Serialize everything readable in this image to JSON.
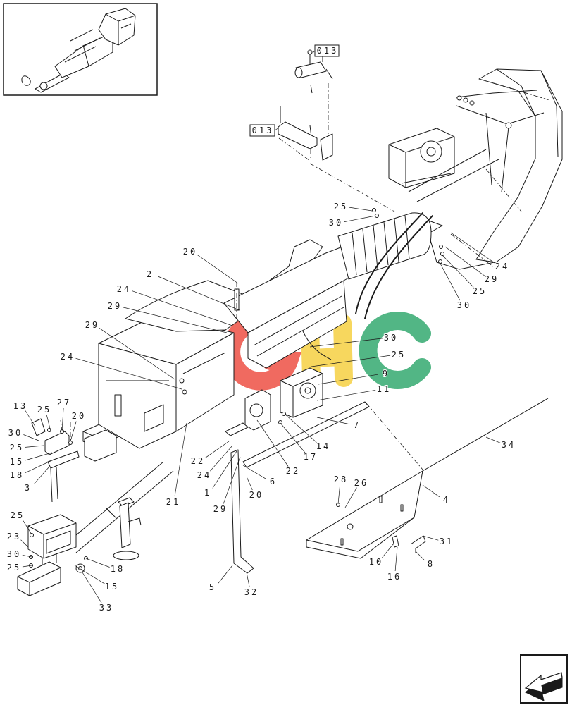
{
  "references": [
    {
      "label": "013"
    },
    {
      "label": "013"
    }
  ],
  "callouts": [
    {
      "label": "25"
    },
    {
      "label": "30"
    },
    {
      "label": "20"
    },
    {
      "label": "2"
    },
    {
      "label": "24"
    },
    {
      "label": "29"
    },
    {
      "label": "29"
    },
    {
      "label": "24"
    },
    {
      "label": "24"
    },
    {
      "label": "29"
    },
    {
      "label": "25"
    },
    {
      "label": "30"
    },
    {
      "label": "30"
    },
    {
      "label": "25"
    },
    {
      "label": "9"
    },
    {
      "label": "11"
    },
    {
      "label": "7"
    },
    {
      "label": "13"
    },
    {
      "label": "25"
    },
    {
      "label": "27"
    },
    {
      "label": "20"
    },
    {
      "label": "30"
    },
    {
      "label": "25"
    },
    {
      "label": "15"
    },
    {
      "label": "18"
    },
    {
      "label": "3"
    },
    {
      "label": "22"
    },
    {
      "label": "24"
    },
    {
      "label": "1"
    },
    {
      "label": "29"
    },
    {
      "label": "21"
    },
    {
      "label": "14"
    },
    {
      "label": "17"
    },
    {
      "label": "22"
    },
    {
      "label": "6"
    },
    {
      "label": "20"
    },
    {
      "label": "34"
    },
    {
      "label": "28"
    },
    {
      "label": "26"
    },
    {
      "label": "4"
    },
    {
      "label": "31"
    },
    {
      "label": "10"
    },
    {
      "label": "8"
    },
    {
      "label": "16"
    },
    {
      "label": "25"
    },
    {
      "label": "23"
    },
    {
      "label": "30"
    },
    {
      "label": "25"
    },
    {
      "label": "18"
    },
    {
      "label": "15"
    },
    {
      "label": "33"
    },
    {
      "label": "5"
    },
    {
      "label": "32"
    }
  ],
  "watermark": {
    "text": "CGHC",
    "colors": {
      "blue": "#5d9cf2",
      "red": "#ee5a4f",
      "yellow": "#f6d34c",
      "green": "#3fae78"
    }
  },
  "icons": {
    "inset": "overview-thumbnail",
    "direction": "view-direction-arrow-icon"
  },
  "colors": {
    "line": "#1a1a1a",
    "background": "#ffffff"
  }
}
